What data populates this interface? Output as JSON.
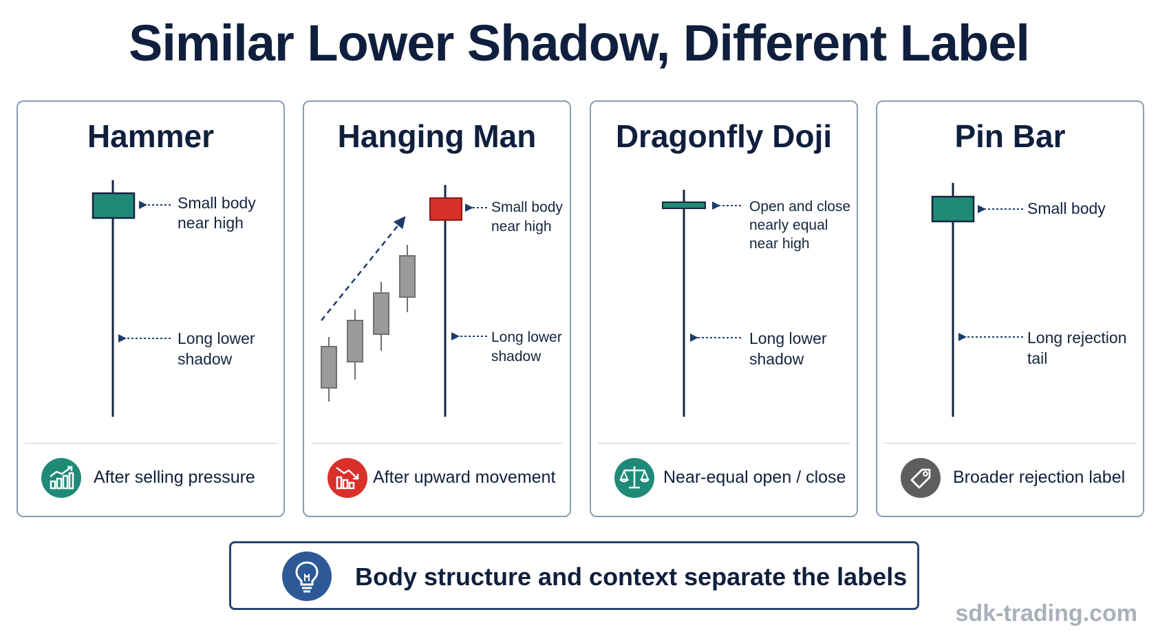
{
  "title": "Similar Lower Shadow, Different Label",
  "cards": [
    {
      "title": "Hammer",
      "annotations": [
        "Small body",
        "near high",
        "Long lower",
        "shadow"
      ],
      "footer": "After selling pressure",
      "footer_icon": "rising-chart-icon",
      "body_color": "#1f8a78"
    },
    {
      "title": "Hanging Man",
      "annotations": [
        "Small body",
        "near high",
        "Long lower",
        "shadow"
      ],
      "footer": "After upward movement",
      "footer_icon": "falling-chart-icon",
      "body_color": "#d9302a"
    },
    {
      "title": "Dragonfly Doji",
      "annotations": [
        "Open and close",
        "nearly equal",
        "near high",
        "Long lower",
        "shadow"
      ],
      "footer": "Near-equal open / close",
      "footer_icon": "balance-scale-icon",
      "body_color": "#1f8a78"
    },
    {
      "title": "Pin Bar",
      "annotations": [
        "Small body",
        "Long rejection",
        "tail"
      ],
      "footer": "Broader rejection label",
      "footer_icon": "tag-icon",
      "body_color": "#1f8a78"
    }
  ],
  "summary": "Body structure and context separate the labels",
  "summary_icon": "lightbulb-icon",
  "watermark": "sdk-trading.com",
  "colors": {
    "navy": "#0f1f3d",
    "teal": "#1f8a78",
    "red": "#d9302a",
    "gray": "#9b9b9b",
    "accent_blue": "#2d5a96"
  }
}
